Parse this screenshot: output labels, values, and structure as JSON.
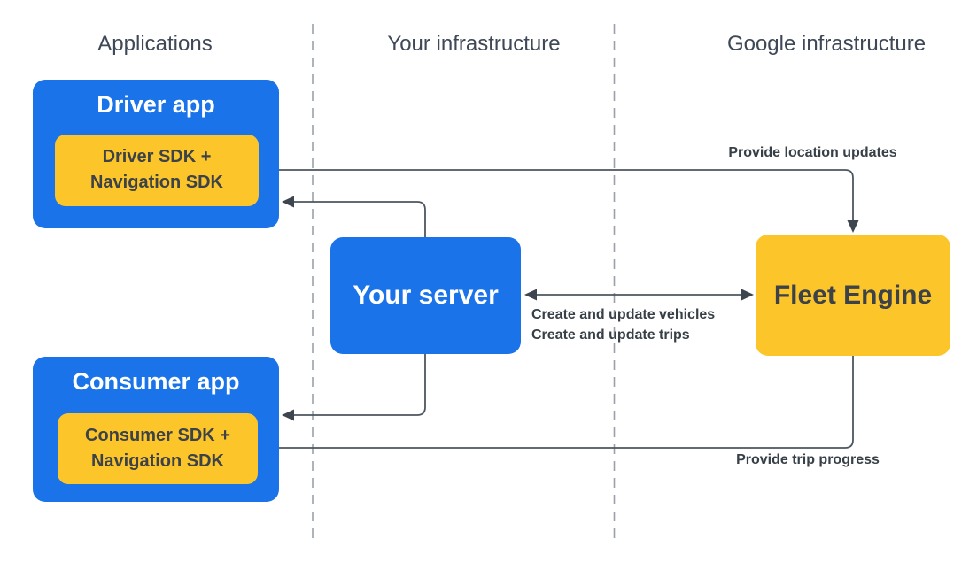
{
  "headers": {
    "applications": "Applications",
    "your_infrastructure": "Your infrastructure",
    "google_infrastructure": "Google infrastructure"
  },
  "nodes": {
    "driver_app": {
      "label": "Driver app",
      "sdk_line1": "Driver SDK +",
      "sdk_line2": "Navigation SDK"
    },
    "consumer_app": {
      "label": "Consumer app",
      "sdk_line1": "Consumer SDK +",
      "sdk_line2": "Navigation SDK"
    },
    "your_server": {
      "label": "Your server"
    },
    "fleet_engine": {
      "label": "Fleet Engine"
    }
  },
  "edges": {
    "location_updates": "Provide location updates",
    "create_update_vehicles": "Create and update vehicles",
    "create_update_trips": "Create and update trips",
    "trip_progress": "Provide trip progress"
  },
  "colors": {
    "blue": "#1a73e8",
    "yellow": "#fcc62b",
    "dark-text": "#3c4248",
    "header-text": "#3e4856",
    "label-text": "#373f47",
    "line": "#4d565f",
    "arrowhead": "#3d454e",
    "dash": "#9aa1a9"
  }
}
